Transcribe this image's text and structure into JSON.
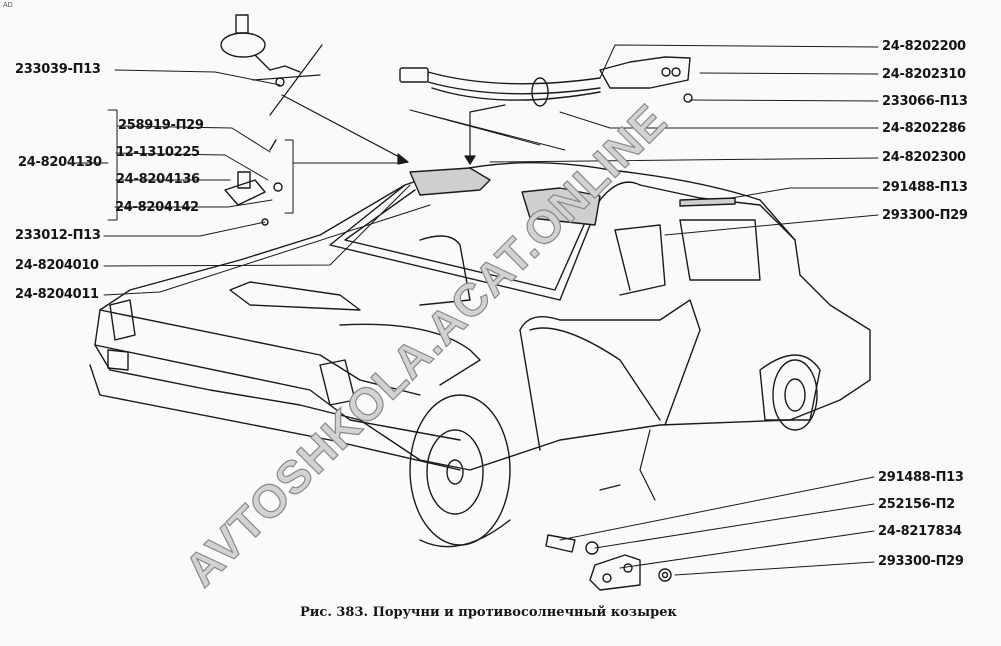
{
  "corner_mark": "AD",
  "left_labels": {
    "l1": "233039-П13",
    "group": "24-8204130",
    "g1": "258919-П29",
    "g2": "12-1310225",
    "g3": "24-8204136",
    "g4": "24-8204142",
    "l2": "233012-П13",
    "l3": "24-8204010",
    "l4": "24-8204011"
  },
  "right_labels": [
    "24-8202200",
    "24-8202310",
    "233066-П13",
    "24-8202286",
    "24-8202300",
    "291488-П13",
    "293300-П29"
  ],
  "bottom_labels": [
    "291488-П13",
    "252156-П2",
    "24-8217834",
    "293300-П29"
  ],
  "caption": "Рис. 383. Поручни и противосолнечный козырек",
  "watermark": "AVTOSHKOLA.ACAT.ONLINE"
}
